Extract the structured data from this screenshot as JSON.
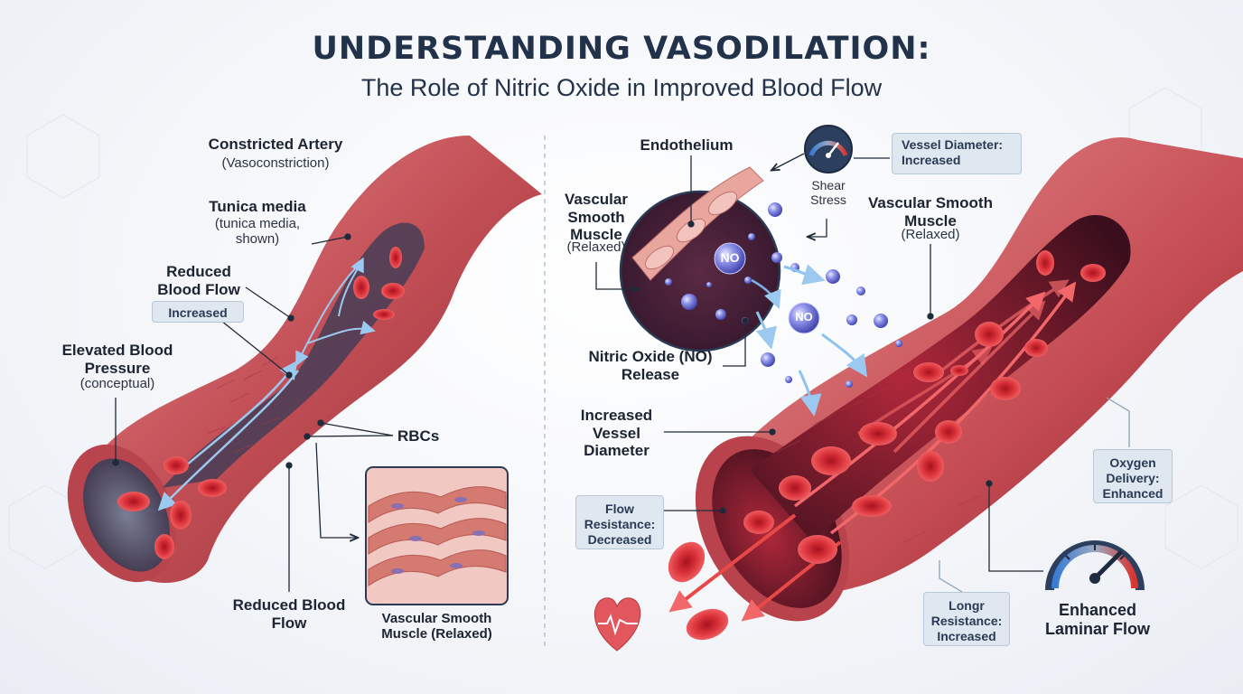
{
  "header": {
    "title": "UNDERSTANDING VASODILATION:",
    "subtitle": "The Role of Nitric Oxide in Improved Blood Flow"
  },
  "left_panel": {
    "constricted_artery": "Constricted Artery",
    "vasoconstriction": "(Vasoconstriction)",
    "tunica_media": "Tunica media",
    "tunica_media_note": "(tunica media, shown)",
    "reduced_blood_flow_top": "Reduced Blood Flow",
    "increased_badge": "Increased",
    "elevated_bp": "Elevated Blood Pressure",
    "conceptual": "(conceptual)",
    "rbcs": "RBCs",
    "reduced_blood_flow_bottom": "Reduced Blood Flow",
    "inset_label": "Vascular Smooth Muscle (Relaxed)"
  },
  "right_panel": {
    "endothelium": "Endothelium",
    "vsm_left": "Vascular Smooth Muscle",
    "vsm_left_note": "(Relaxed)",
    "no_badge": "NO",
    "shear_stress": "Shear Stress",
    "vessel_diameter_box": "Vessel Diameter: Increased",
    "vsm_right": "Vascular Smooth Muscle",
    "vsm_right_note": "(Relaxed)",
    "nitric_oxide_release": "Nitric Oxide (NO) Release",
    "increased_vessel_diameter": "Increased Vessel Diameter",
    "flow_resistance_box": "Flow Resistance: Decreased",
    "oxygen_delivery_box": "Oxygen Delivery: Enhanced",
    "longr_resistance_box": "Longr Resistance: Increased",
    "enhanced_laminar_flow": "Enhanced Laminar Flow"
  },
  "colors": {
    "vessel_outer": "#c9555a",
    "vessel_inner": "#4a1e2a",
    "rbc": "#d42a33",
    "no_bubble": "#6f72d8",
    "pill_bg": "#dfe8f1",
    "title": "#22324a"
  },
  "icons": [
    "gauge-icon",
    "heart-pulse-icon",
    "speedometer-icon"
  ]
}
